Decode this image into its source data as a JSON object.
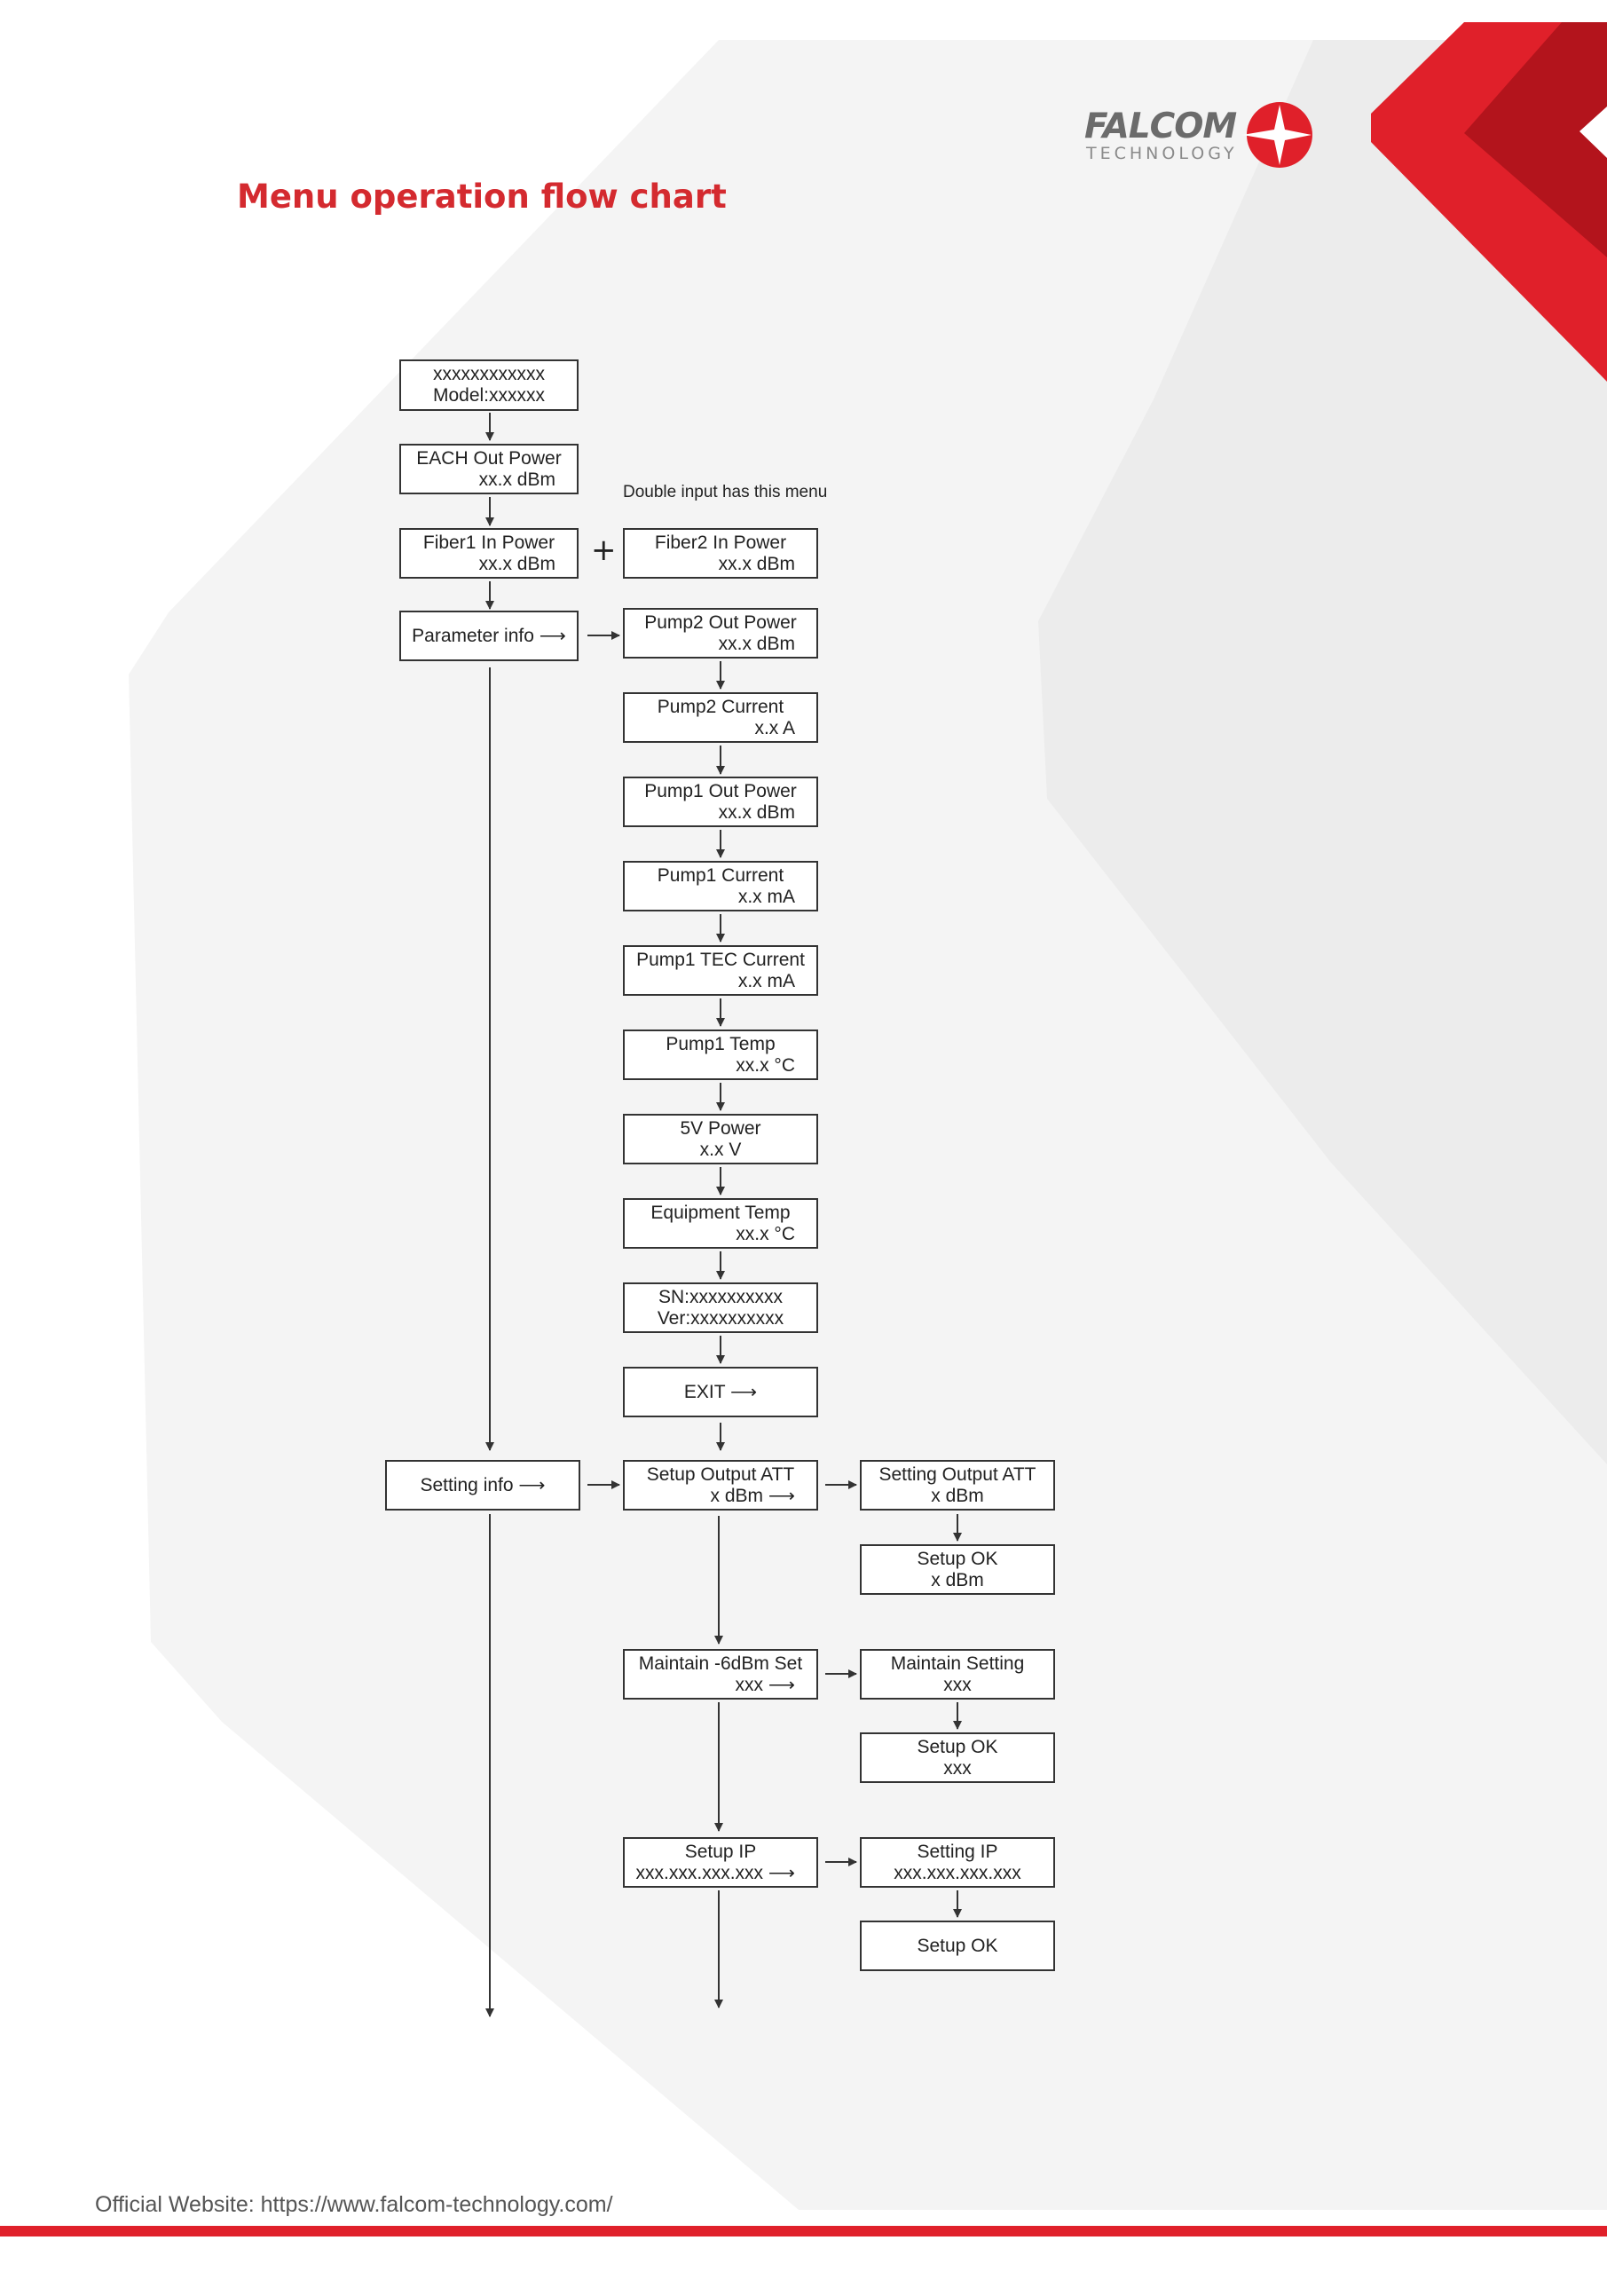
{
  "title": "Menu operation flow chart",
  "brand": {
    "name": "FALCOM",
    "subtitle": "TECHNOLOGY"
  },
  "note": "Double input has this menu",
  "plus": "+",
  "boxes": {
    "model": {
      "l1": "xxxxxxxxxxxx",
      "l2": "Model:xxxxxx"
    },
    "each_out": {
      "l1": "EACH Out Power",
      "l2": "xx.x dBm"
    },
    "fiber1": {
      "l1": "Fiber1 In Power",
      "l2": "xx.x dBm"
    },
    "fiber2": {
      "l1": "Fiber2 In Power",
      "l2": "xx.x dBm"
    },
    "param_info": {
      "l1": "Parameter info ⟶"
    },
    "pump2_out": {
      "l1": "Pump2 Out Power",
      "l2": "xx.x dBm"
    },
    "pump2_cur": {
      "l1": "Pump2 Current",
      "l2": "x.x A"
    },
    "pump1_out": {
      "l1": "Pump1 Out Power",
      "l2": "xx.x dBm"
    },
    "pump1_cur": {
      "l1": "Pump1 Current",
      "l2": "x.x mA"
    },
    "pump1_tec": {
      "l1": "Pump1 TEC Current",
      "l2": "x.x mA"
    },
    "pump1_temp": {
      "l1": "Pump1 Temp",
      "l2": "xx.x °C"
    },
    "power5v": {
      "l1": "5V Power",
      "l2": "x.x V"
    },
    "equip_temp": {
      "l1": "Equipment Temp",
      "l2": "xx.x °C"
    },
    "sn": {
      "l1": "SN:xxxxxxxxxx",
      "l2": "Ver:xxxxxxxxxx"
    },
    "exit": {
      "l1": "EXIT   ⟶"
    },
    "setting_info": {
      "l1": "Setting info ⟶"
    },
    "setup_att": {
      "l1": "Setup Output ATT",
      "l2": "x dBm ⟶"
    },
    "setting_att": {
      "l1": "Setting Output ATT",
      "l2": "x dBm"
    },
    "setup_ok_att": {
      "l1": "Setup OK",
      "l2": "x dBm"
    },
    "maintain_set": {
      "l1": "Maintain -6dBm Set",
      "l2": "xxx            ⟶"
    },
    "maintain_setting": {
      "l1": "Maintain Setting",
      "l2": "xxx"
    },
    "setup_ok_maint": {
      "l1": "Setup OK",
      "l2": "xxx"
    },
    "setup_ip": {
      "l1": "Setup IP",
      "l2": "xxx.xxx.xxx.xxx ⟶"
    },
    "setting_ip": {
      "l1": "Setting IP",
      "l2": "xxx.xxx.xxx.xxx"
    },
    "setup_ok_ip": {
      "l1": "Setup OK"
    }
  },
  "footer": "Official Website: https://www.falcom-technology.com/",
  "colors": {
    "accent": "#e0202a",
    "title": "#d42a2f",
    "dark_red": "#b3141c",
    "line": "#333333"
  }
}
